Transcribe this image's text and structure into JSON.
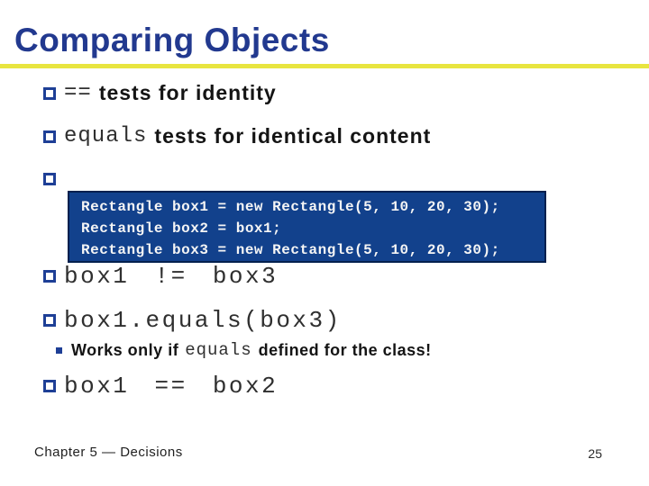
{
  "colors": {
    "title_navy": "#22398F",
    "accent_rule_yellow": "#E8E53F",
    "bullet_navy": "#1E3F96",
    "body_text": "#141414",
    "mono_text": "#2F2F2F",
    "code_background": "#12418C",
    "code_border": "#02204E",
    "code_text": "#F5F5F5"
  },
  "slide": {
    "title": "Comparing Objects",
    "bullet_identity": {
      "code": "==",
      "text": "tests for identity"
    },
    "bullet_content": {
      "code": "equals",
      "text": "tests for identical content"
    },
    "code_block": {
      "lines": [
        "Rectangle box1 = new Rectangle(5, 10, 20, 30);",
        "Rectangle box2 = box1;",
        "Rectangle box3 = new Rectangle(5, 10, 20, 30);"
      ]
    },
    "bullet_neq": "box1 != box3",
    "bullet_equals_call": "box1.equals(box3)",
    "sub_bullet": {
      "text_before": "Works only if",
      "code": "equals",
      "text_after": "defined for the class!"
    },
    "bullet_eq": "box1 == box2",
    "footer": {
      "chapter": "Chapter 5 — Decisions",
      "page_number": "25"
    }
  }
}
